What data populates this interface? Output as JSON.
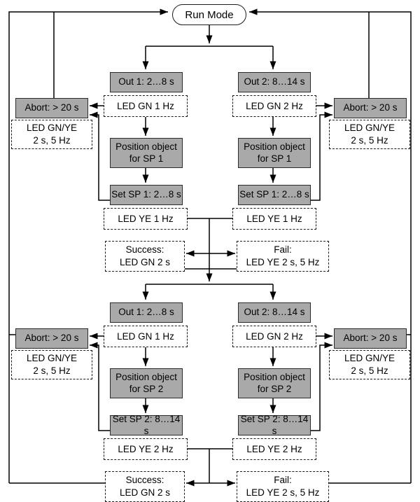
{
  "run_mode": "Run Mode",
  "colors": {
    "box_fill": "#a9a9a9",
    "box_border": "#2b2b2b",
    "line_color": "#000000",
    "background": "#ffffff"
  },
  "phase1": {
    "out_left": "Out 1: 2…8 s",
    "out_left_led": "LED GN 1 Hz",
    "out_right": "Out 2: 8…14 s",
    "out_right_led": "LED GN 2 Hz",
    "abort_left": "Abort: > 20 s",
    "abort_left_led": "LED GN/YE\n2 s, 5 Hz",
    "abort_right": "Abort: > 20 s",
    "abort_right_led": "LED GN/YE\n2 s, 5 Hz",
    "position_left": "Position object\nfor SP 1",
    "position_right": "Position object\nfor SP 1",
    "set_left": "Set SP 1: 2…8 s",
    "set_right": "Set SP 1: 2…8 s",
    "set_left_led": "LED YE 1 Hz",
    "set_right_led": "LED YE 1 Hz",
    "success": "Success:\nLED GN 2 s",
    "fail": "Fail:\nLED YE 2 s, 5 Hz"
  },
  "phase2": {
    "out_left": "Out 1: 2…8 s",
    "out_left_led": "LED GN 1 Hz",
    "out_right": "Out 2: 8…14 s",
    "out_right_led": "LED GN 2 Hz",
    "abort_left": "Abort: > 20 s",
    "abort_left_led": "LED GN/YE\n2 s, 5 Hz",
    "abort_right": "Abort: > 20 s",
    "abort_right_led": "LED GN/YE\n2 s, 5 Hz",
    "position_left": "Position object\nfor SP 2",
    "position_right": "Position object\nfor SP 2",
    "set_left": "Set SP 2: 8…14 s",
    "set_right": "Set SP 2: 8…14 s",
    "set_left_led": "LED YE 2 Hz",
    "set_right_led": "LED YE 2 Hz",
    "success": "Success:\nLED GN 2 s",
    "fail": "Fail:\nLED YE 2 s, 5 Hz"
  }
}
